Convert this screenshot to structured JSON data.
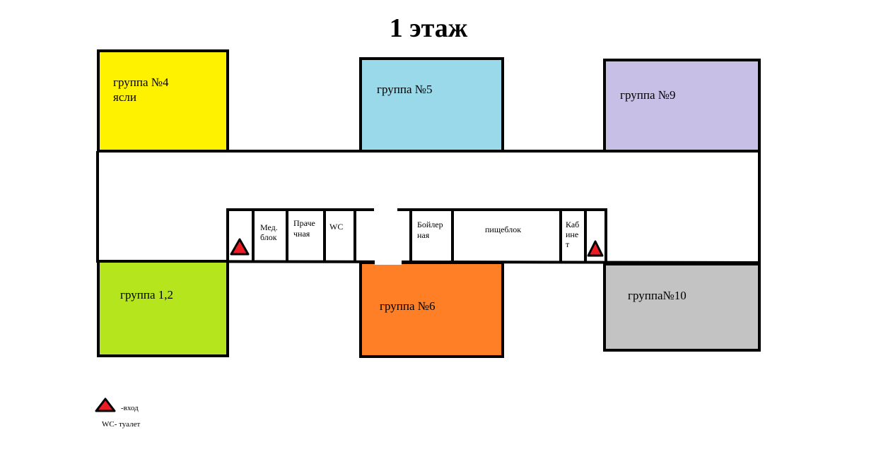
{
  "title": "1 этаж",
  "colors": {
    "group4": "#fff200",
    "group5": "#99d9ea",
    "group9": "#c8bfe7",
    "group12": "#b5e61d",
    "group6": "#ff7f27",
    "group10": "#c3c3c3",
    "entrance_fill": "#ed1c24",
    "wall": "#000000"
  },
  "rooms": {
    "group4": {
      "line1": "группа №4",
      "line2": "ясли"
    },
    "group5": {
      "label": "группа №5"
    },
    "group9": {
      "label": "группа №9"
    },
    "group12": {
      "label": "группа 1,2"
    },
    "group6": {
      "label": "группа №6"
    },
    "group10": {
      "label": "группа№10"
    }
  },
  "service_rooms": {
    "med": {
      "line1": "Мед.",
      "line2": "блок"
    },
    "laundry": {
      "line1": "Праче",
      "line2": "чная"
    },
    "wc": {
      "label": "WC"
    },
    "boiler": {
      "line1": "Бойлер",
      "line2": "ная"
    },
    "kitchen": {
      "label": "пищеблок"
    },
    "office": {
      "line1": "Каб",
      "line2": "ине",
      "line3": "т"
    }
  },
  "legend": {
    "entrance_icon": "entrance-triangle-icon",
    "entrance_text": "-вход",
    "wc_text": "WC- туалет"
  }
}
